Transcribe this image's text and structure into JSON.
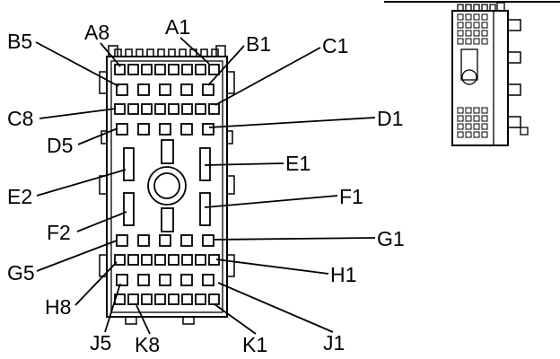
{
  "figure": {
    "labels": {
      "B5": "B5",
      "A8": "A8",
      "A1": "A1",
      "B1": "B1",
      "C1": "C1",
      "C8": "C8",
      "D5": "D5",
      "D1": "D1",
      "E1": "E1",
      "E2": "E2",
      "F1": "F1",
      "F2": "F2",
      "G1": "G1",
      "G5": "G5",
      "H1": "H1",
      "H8": "H8",
      "J5": "J5",
      "K8": "K8",
      "K1": "K1",
      "J1": "J1"
    },
    "connector_rows": [
      {
        "row": "A",
        "pins": 8
      },
      {
        "row": "B",
        "pins": 5
      },
      {
        "row": "C",
        "pins": 8
      },
      {
        "row": "D",
        "pins": 5
      },
      {
        "row": "E",
        "pins": 2
      },
      {
        "row": "F",
        "pins": 2
      },
      {
        "row": "G",
        "pins": 5
      },
      {
        "row": "H",
        "pins": 8
      },
      {
        "row": "J",
        "pins": 5
      },
      {
        "row": "K",
        "pins": 8
      }
    ],
    "colors": {
      "line": "#000000",
      "background": "#ffffff"
    }
  }
}
